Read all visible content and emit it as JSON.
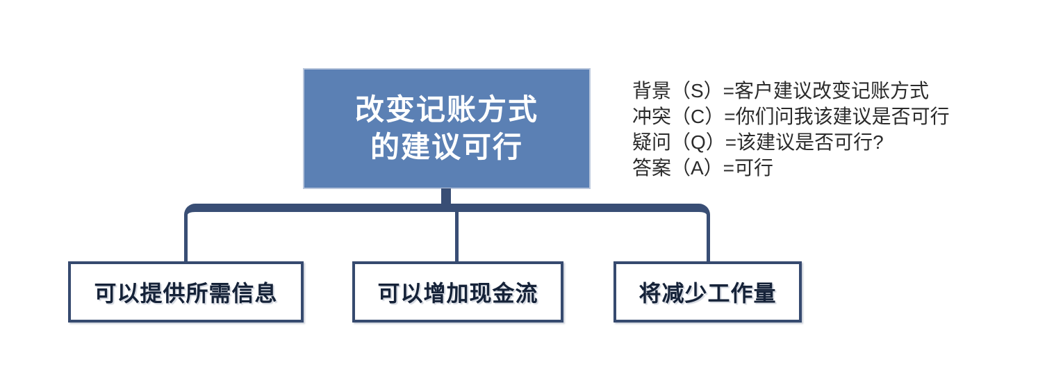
{
  "diagram": {
    "root": {
      "lines": [
        "改变记账方式",
        "的建议可行"
      ]
    },
    "children": [
      {
        "label": "可以提供所需信息"
      },
      {
        "label": "可以增加现金流"
      },
      {
        "label": "将减少工作量"
      }
    ],
    "annotation": {
      "lines": [
        "背景（S）=客户建议改变记账方式",
        "冲突（C）=你们问我该建议是否可行",
        "疑问（Q）=该建议是否可行?",
        "答案（A）=可行"
      ]
    },
    "colors": {
      "root_fill": "#5b80b4",
      "root_text": "#ffffff",
      "connector": "#394e75",
      "child_border": "#364a6f",
      "child_text": "#152238",
      "annotation_text": "#2b2b2b",
      "background": "#ffffff"
    }
  }
}
